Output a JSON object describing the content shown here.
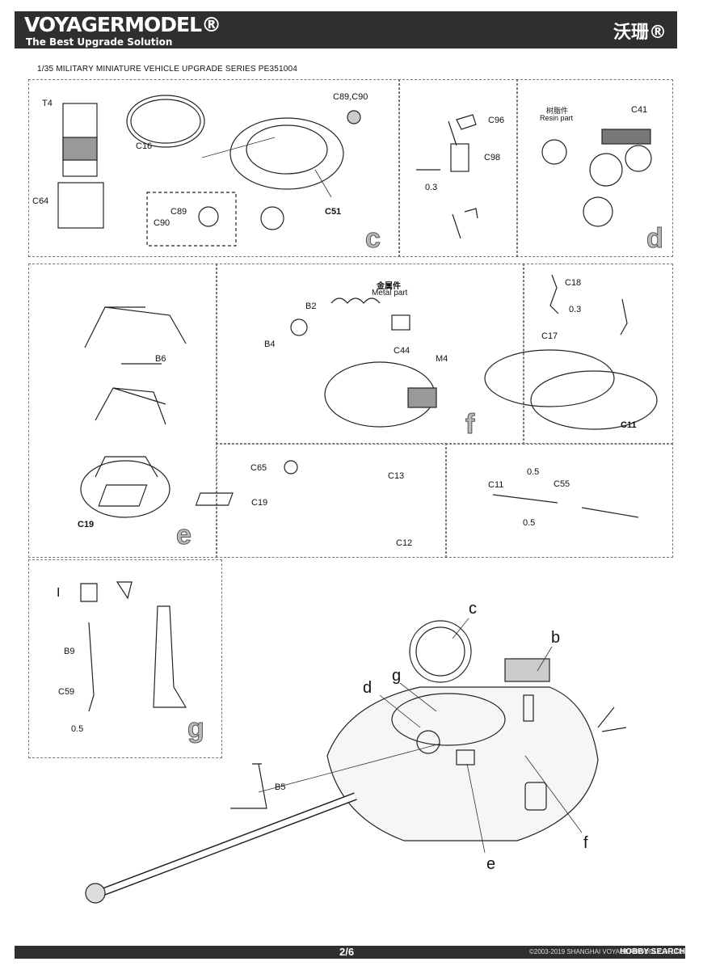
{
  "header": {
    "brand": "VOYAGERMODEL®",
    "tagline": "The Best Upgrade Solution",
    "brand_cn": "沃珊®"
  },
  "series": "1/35 MILITARY MINIATURE VEHICLE  UPGRADE SERIES PE351004",
  "sections": {
    "c": {
      "letter": "c",
      "labels": [
        "T4",
        "C64",
        "C16",
        "C89,C90",
        "C51",
        "C89",
        "C90"
      ]
    },
    "c2": {
      "labels": [
        "C96",
        "C98",
        "0.3"
      ]
    },
    "d": {
      "letter": "d",
      "labels": [
        "树脂件",
        "Resin part",
        "C41"
      ]
    },
    "e": {
      "letter": "e",
      "labels": [
        "B6",
        "C19"
      ]
    },
    "f": {
      "letter": "f",
      "labels": [
        "金属件",
        "Metal part",
        "B2",
        "B4",
        "C44",
        "M4"
      ]
    },
    "f2": {
      "labels": [
        "C18",
        "0.3",
        "C17",
        "C11"
      ]
    },
    "h": {
      "labels": [
        "C65",
        "C19",
        "C13",
        "C12"
      ]
    },
    "i": {
      "labels": [
        "C11",
        "0.5",
        "C55",
        "0.5"
      ]
    },
    "g": {
      "letter": "g",
      "labels": [
        "I",
        "B9",
        "C59",
        "0.5"
      ]
    },
    "main": {
      "labels": [
        "c",
        "b",
        "g",
        "d",
        "B5",
        "e",
        "f"
      ]
    }
  },
  "footer": {
    "page": "2/6",
    "copyright": "©2003-2019 SHANGHAI VOYAGERMODEL CO.,LTD",
    "watermark": "HOBBY SEARCH"
  }
}
